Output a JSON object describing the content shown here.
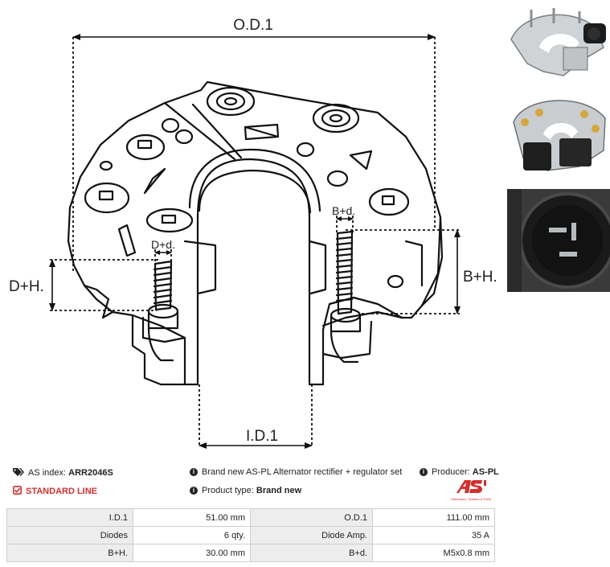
{
  "drawing": {
    "labels": {
      "od1": "O.D.1",
      "id1": "I.D.1",
      "dh": "D+H.",
      "dd": "D+d.",
      "bh": "B+H.",
      "bd": "B+d."
    }
  },
  "photos": [
    {
      "name": "product-photo-top-view"
    },
    {
      "name": "product-photo-angle-view"
    },
    {
      "name": "product-photo-connector-closeup"
    }
  ],
  "info": {
    "as_index_label": "AS index:",
    "as_index_value": "ARR2046S",
    "standard_line": "STANDARD LINE",
    "description": "Brand new AS-PL Alternator rectifier + regulator set",
    "product_type_label": "Product type:",
    "product_type_value": "Brand new",
    "producer_label": "Producer:",
    "producer_value": "AS-PL",
    "brand_logo": "AS",
    "brand_tagline": "Alternators, Starters & Parts"
  },
  "specs": [
    {
      "k1": "I.D.1",
      "v1": "51.00 mm",
      "k2": "O.D.1",
      "v2": "111.00 mm"
    },
    {
      "k1": "Diodes",
      "v1": "6 qty.",
      "k2": "Diode Amp.",
      "v2": "35 A"
    },
    {
      "k1": "B+H.",
      "v1": "30.00 mm",
      "k2": "B+d.",
      "v2": "M5x0.8 mm"
    }
  ],
  "colors": {
    "accent": "#d32f2f",
    "line": "#111111",
    "table_key_bg": "#ededed",
    "table_border": "#cfcfcf"
  }
}
